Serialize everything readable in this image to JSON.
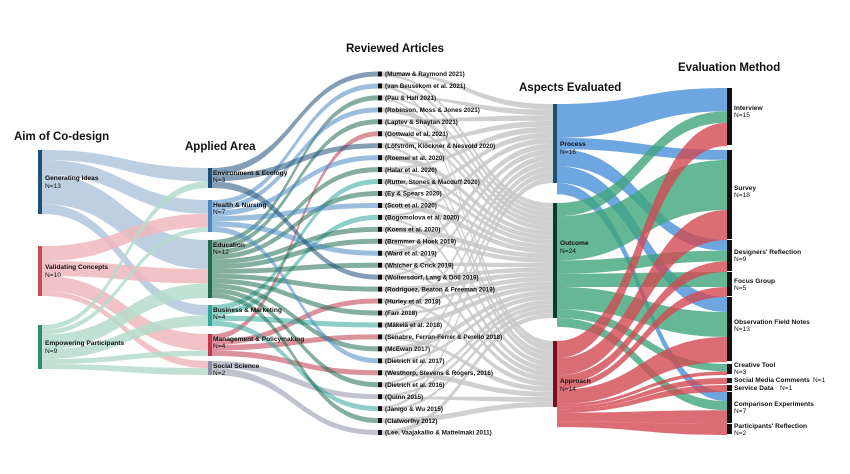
{
  "columns": {
    "aim": "Aim of Co-design",
    "area": "Applied Area",
    "articles": "Reviewed Articles",
    "aspects": "Aspects Evaluated",
    "methods": "Evaluation Method"
  },
  "aims": [
    {
      "name": "Generating Ideas",
      "count": "N=13",
      "color": "#1f4e79",
      "flow": "#b3c7dd"
    },
    {
      "name": "Validating Concepts",
      "count": "N=10",
      "color": "#cc4b52",
      "flow": "#efb8bc"
    },
    {
      "name": "Empowering Participants",
      "count": "N=9",
      "color": "#2e8b6e",
      "flow": "#b5dccd"
    }
  ],
  "areas": [
    {
      "name": "Environment & Ecology",
      "count": "N=3",
      "color": "#1f4e79"
    },
    {
      "name": "Health & Nursing",
      "count": "N=7",
      "color": "#4a89c2"
    },
    {
      "name": "Education",
      "count": "N=12",
      "color": "#1f6b4f"
    },
    {
      "name": "Business & Marketing",
      "count": "N=4",
      "color": "#2fa899"
    },
    {
      "name": "Management & Policymaking",
      "count": "N=4",
      "color": "#c0394c"
    },
    {
      "name": "Social Science",
      "count": "N=2",
      "color": "#8c8fa6"
    }
  ],
  "articles": [
    "(Mumaw & Raymond 2021)",
    "(van Beusekom et al. 2021)",
    "(Pau & Hall 2021)",
    "(Robinson, Moss & Jones 2021)",
    "(Laptev & Shaytan 2021)",
    "(Gottwald et al. 2021)",
    "(Löfström, Klöckner & Nesvold 2020)",
    "(Roemer et al. 2020)",
    "(Halar et al. 2020)",
    "(Rutter, Stones & Macduff 2020)",
    "(Ey & Spears 2020)",
    "(Scott et al. 2020)",
    "(Bogomolova et al. 2020)",
    "(Koens et al. 2020)",
    "(Bremmer & Hoek 2019)",
    "(Ward et al. 2019)",
    "(Whicher & Crick 2019)",
    "(Woltersdorf, Lang & Döll 2019)",
    "(Rodriguez, Beaton & Freeman 2019)",
    "(Hurley et al. 2018)",
    "(Farr 2018)",
    "(Mäkelä et al. 2018)",
    "(Senabre, Ferran-Ferrer & Perelló 2018)",
    "(McEwan 2017)",
    "(Dietrich et al. 2017)",
    "(Westhorp, Stevens & Rogers, 2016)",
    "(Dietrich et al. 2016)",
    "(Quinn 2015)",
    "(Janigo & Wu 2015)",
    "(Clatworthy 2012)",
    "(Lee, Vaajakallio & Mattelmaki 2011)"
  ],
  "aspects": [
    {
      "name": "Process",
      "count": "N=16",
      "color": "#1f4e79",
      "flow": "#4a90d9"
    },
    {
      "name": "Outcome",
      "count": "N=24",
      "color": "#0d3b2a",
      "flow": "#3fa57b"
    },
    {
      "name": "Approach",
      "count": "N=14",
      "color": "#7a0f14",
      "flow": "#d24a52"
    }
  ],
  "methods": [
    {
      "name": "Interview",
      "count": "N=15"
    },
    {
      "name": "Survey",
      "count": "N=18"
    },
    {
      "name": "Designers' Reflection",
      "count": "N=9"
    },
    {
      "name": "Focus Group",
      "count": "N=5"
    },
    {
      "name": "Observation Field Notes",
      "count": "N=13"
    },
    {
      "name": "Creative Tool",
      "count": "N=3"
    },
    {
      "name": "Social Media Comments",
      "count": "N=1"
    },
    {
      "name": "Service Data",
      "count": "N=1"
    },
    {
      "name": "Comparison Experiments",
      "count": "N=7"
    },
    {
      "name": "Participants' Reflection",
      "count": "N=2"
    }
  ],
  "colors": {
    "article_flow": "#c8c8c8",
    "method_node": "#111111"
  }
}
